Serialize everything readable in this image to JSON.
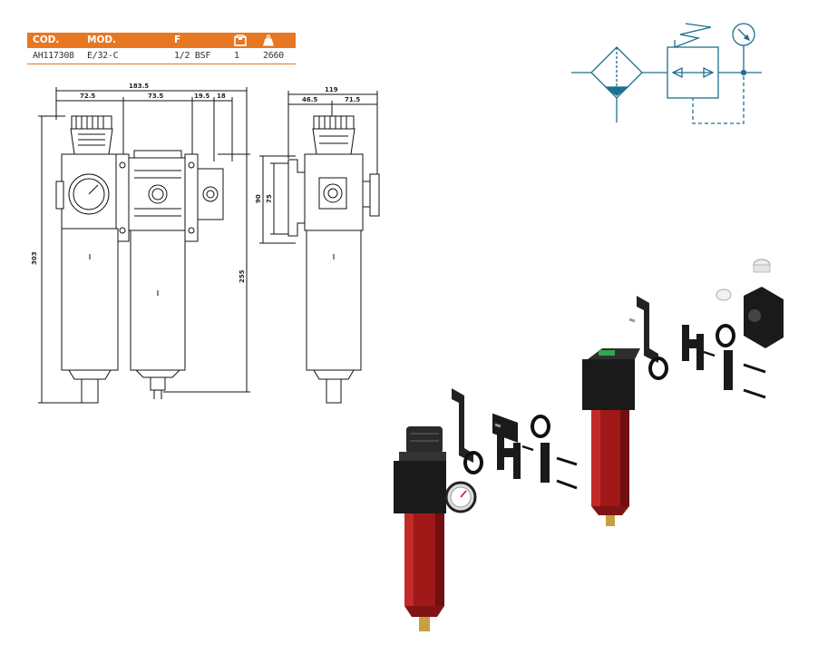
{
  "table": {
    "headers": {
      "code": "COD.",
      "model": "MOD.",
      "thread": "F"
    },
    "header_icons": [
      "package-quantity-icon",
      "weight-icon"
    ],
    "row": {
      "code": "AH117308",
      "model": "E/32-C",
      "thread": "1/2 BSF",
      "quantity": "1",
      "weight": "2660"
    },
    "accent_color": "#e87722"
  },
  "front_view": {
    "dims": {
      "overall_width": "183.5",
      "left_width": "72.5",
      "mid_width": "73.5",
      "right_a": "19.5",
      "right_b": "18",
      "total_height": "303",
      "right_height": "255"
    }
  },
  "side_view": {
    "dims": {
      "width": "119",
      "left": "46.5",
      "right": "71.5",
      "bracket_height": "90",
      "bracket_inner": "75"
    }
  },
  "symbol": {
    "name": "filter-regulator-symbol"
  },
  "exploded": {
    "body_color": "#a01818",
    "head_color": "#1a1a1a"
  }
}
